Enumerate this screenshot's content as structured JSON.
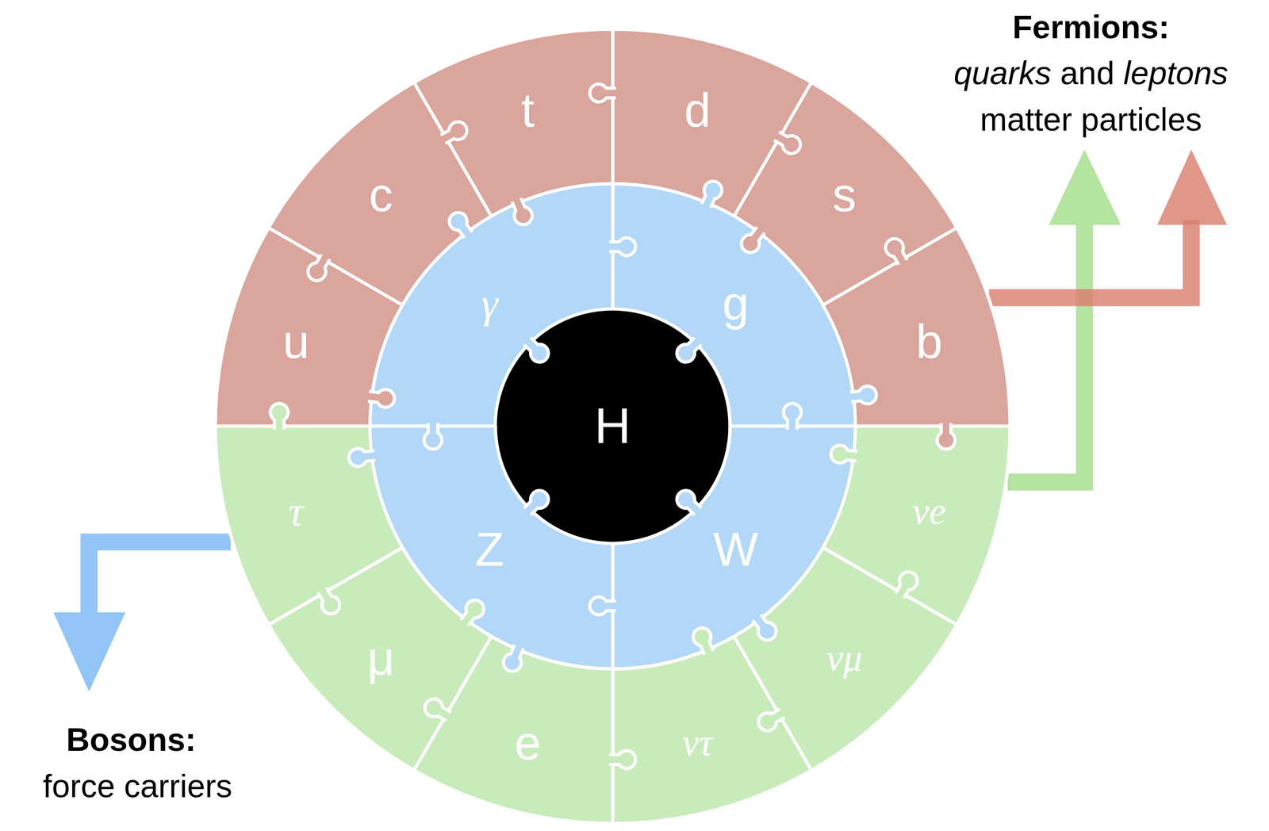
{
  "diagram": {
    "nodes": [
      {
        "text": [
          "c"
        ]
      },
      {
        "text": [
          "t"
        ]
      },
      {
        "text": [
          "d"
        ]
      },
      {
        "text": [
          "s"
        ]
      },
      {
        "text": [
          "u"
        ]
      },
      {
        "text": [
          "γ"
        ]
      },
      {
        "text": [
          "g"
        ]
      },
      {
        "text": [
          "b"
        ]
      },
      {
        "text": [
          "H"
        ]
      },
      {
        "text": [
          "τ"
        ]
      },
      {
        "text": [
          "Z"
        ]
      },
      {
        "text": [
          "W"
        ]
      },
      {
        "text": [
          "νe"
        ]
      },
      {
        "text": [
          "μ"
        ]
      },
      {
        "text": [
          "e"
        ]
      },
      {
        "text": [
          "ντ"
        ]
      },
      {
        "text": [
          "νμ"
        ]
      }
    ],
    "labels": [
      "Fermions:",
      "quarks",
      "and",
      "leptons",
      "matter particles",
      "Bosons:",
      "force carriers"
    ]
  }
}
